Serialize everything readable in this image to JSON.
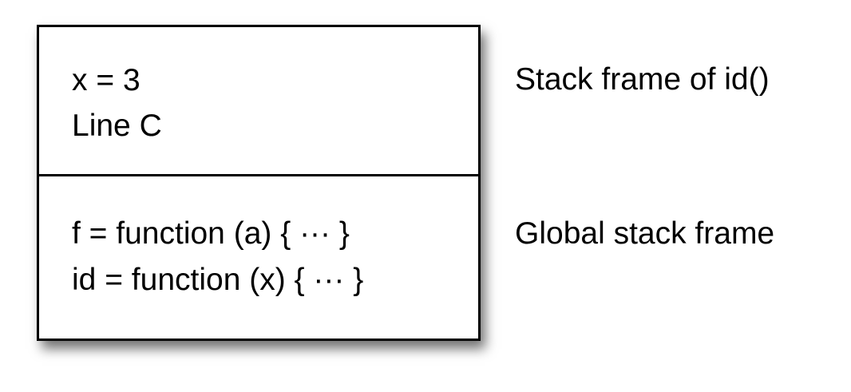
{
  "frames": [
    {
      "lines": [
        "x = 3",
        "Line C"
      ],
      "caption": "Stack frame of id()"
    },
    {
      "lines": [
        "f = function (a) { ··· }",
        "id = function (x) { ··· }"
      ],
      "caption": "Global stack frame"
    }
  ]
}
